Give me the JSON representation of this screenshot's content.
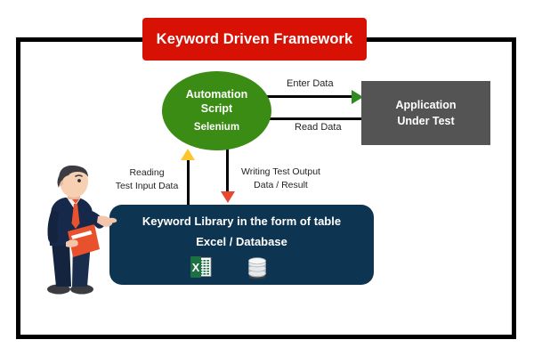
{
  "diagram": {
    "title": "Keyword Driven Framework",
    "nodes": {
      "automation_script": {
        "line1": "Automation",
        "line2": "Script",
        "line3": "Selenium",
        "color": "#3a8c14",
        "shape": "ellipse"
      },
      "application_under_test": {
        "line1": "Application",
        "line2": "Under Test",
        "color": "#545454",
        "shape": "rectangle"
      },
      "keyword_library": {
        "line1": "Keyword Library in the form of table",
        "line2": "Excel / Database",
        "color": "#0d3450",
        "shape": "rounded-rectangle",
        "icons": [
          "excel-icon",
          "database-icon"
        ]
      }
    },
    "connectors": [
      {
        "name": "enter-data",
        "label": "Enter Data",
        "from": "automation_script",
        "to": "application_under_test",
        "direction": "right",
        "arrow_color": "#2e8b20"
      },
      {
        "name": "read-data",
        "label": "Read Data",
        "from": "application_under_test",
        "to": "automation_script",
        "direction": "left",
        "arrow_color": "#ef6140"
      },
      {
        "name": "reading-test-input-data",
        "label_line1": "Reading",
        "label_line2": "Test Input Data",
        "from": "keyword_library",
        "to": "automation_script",
        "direction": "up",
        "arrow_color": "#fcc72c"
      },
      {
        "name": "writing-test-output",
        "label_line1": "Writing Test Output",
        "label_line2": "Data  / Result",
        "from": "automation_script",
        "to": "keyword_library",
        "direction": "down",
        "arrow_color": "#e8492e"
      }
    ],
    "actor": {
      "name": "tester-person",
      "description": "businessman pointing, holding folder"
    },
    "colors": {
      "banner": "#d81105",
      "frame": "#000000",
      "background": "#ffffff",
      "text_on_fill": "#ffffff",
      "label_text": "#231f20"
    }
  }
}
